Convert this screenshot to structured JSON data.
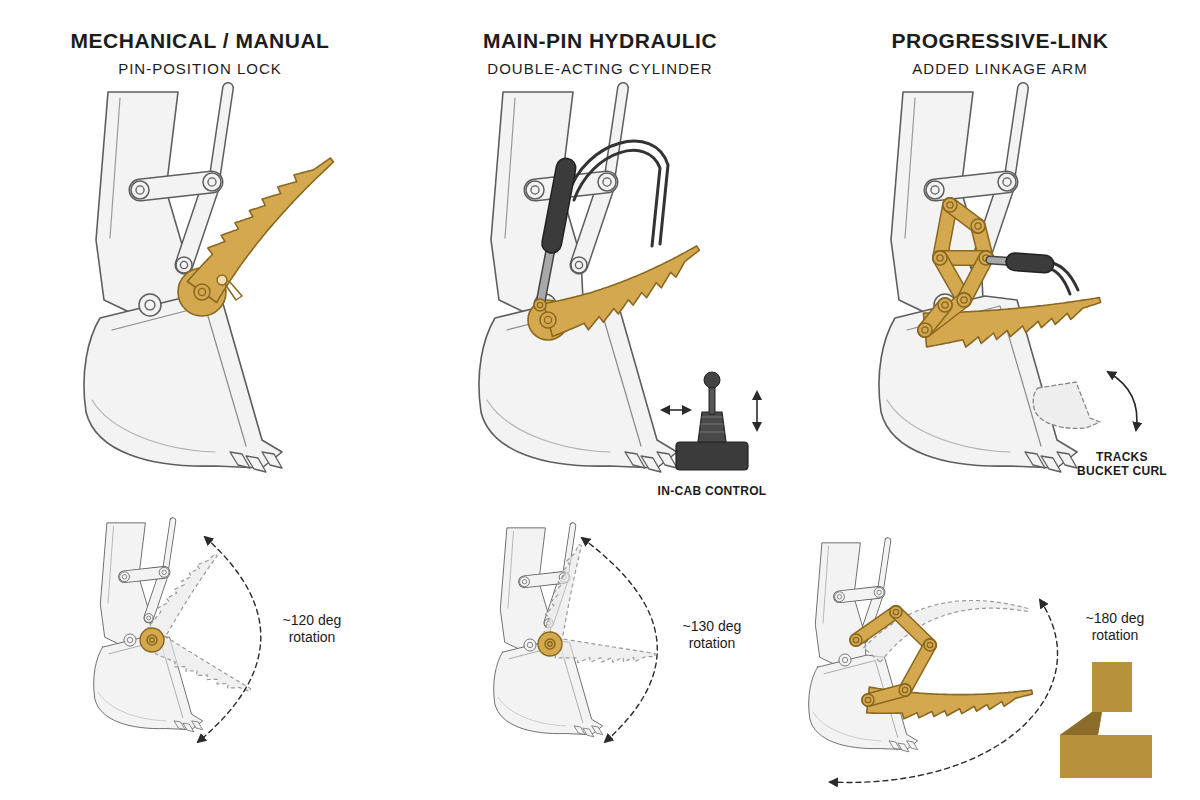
{
  "diagram": {
    "labels": [
      "MECHANICAL / MANUAL",
      "PIN-POSITION LOCK",
      "MAIN-PIN HYDRAULIC",
      "DOUBLE-ACTING CYLINDER",
      "PROGRESSIVE-LINK",
      "ADDED LINKAGE ARM",
      "IN-CAB CONTROL",
      "TRACKS BUCKET CURL",
      "~120 deg rotation",
      "~130 deg rotation",
      "~180 deg rotation"
    ]
  }
}
